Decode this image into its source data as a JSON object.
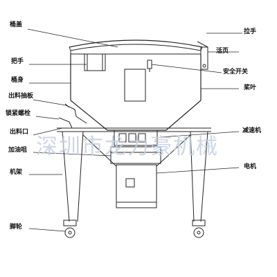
{
  "labels": {
    "lid": "桶盖",
    "handle": "把手",
    "body": "桶身",
    "discharge_plate": "出料抽板",
    "lock_bolt": "锁紧螺栓",
    "outlet": "出料口",
    "oil_cup": "加油咀",
    "frame": "机架",
    "caster": "脚轮",
    "pull_handle": "拉手",
    "hinge": "活页",
    "safety_switch": "安全开关",
    "blade": "桨叶",
    "reducer": "减速机",
    "motor": "电机"
  },
  "watermark": "深圳市龙力豪机械"
}
